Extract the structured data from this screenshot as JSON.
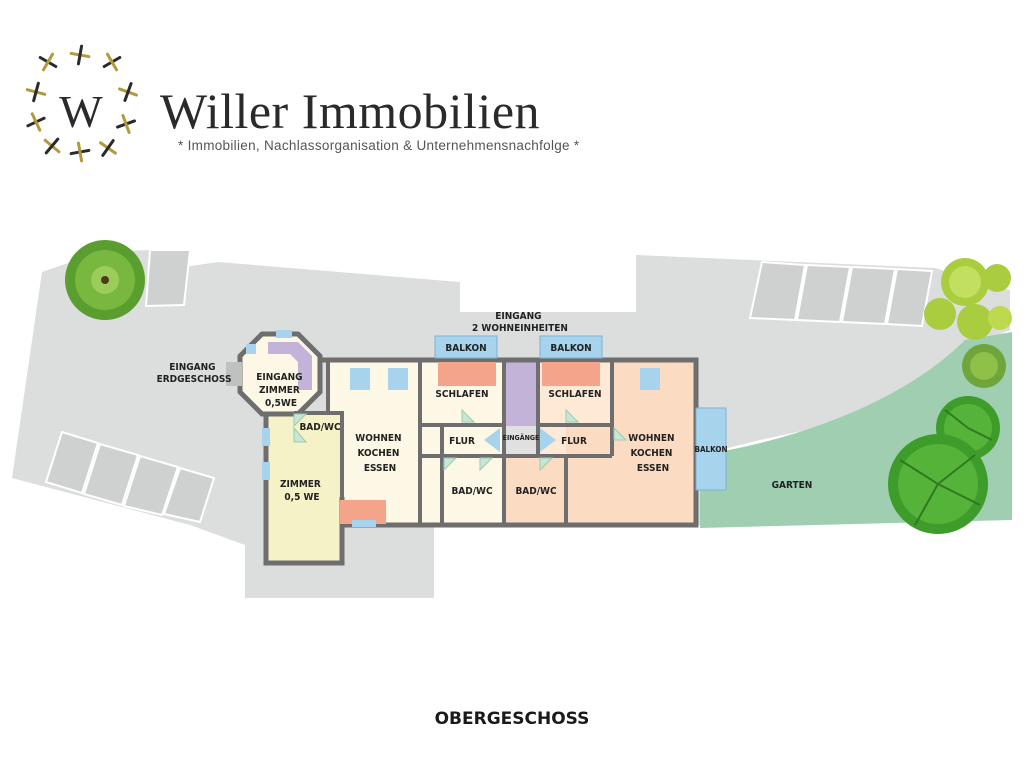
{
  "brand": {
    "name": "Willer Immobilien",
    "tagline": "* Immobilien, Nachlassorganisation & Unternehmensnachfolge *",
    "monogram": "W",
    "colors": {
      "gold": "#b19a3a",
      "dark": "#2a2a2a"
    }
  },
  "plan": {
    "title": "OBERGESCHOSS",
    "labels": {
      "entrance_top": [
        "EINGANG",
        "2 WOHNEINHEITEN"
      ],
      "entrance_ground": [
        "EINGANG",
        "ERDGESCHOSS"
      ],
      "stair_room": [
        "EINGANG",
        "ZIMMER",
        "0,5WE"
      ],
      "bath_left": "BAD/WC",
      "room_left": [
        "ZIMMER",
        "0,5 WE"
      ],
      "living_left": [
        "WOHNEN",
        "KOCHEN",
        "ESSEN"
      ],
      "balcony_1": "BALKON",
      "bedroom_1": "SCHLAFEN",
      "hall_1": "FLUR",
      "bath_1": "BAD/WC",
      "entrances_mid": "EINGÄNGE",
      "balcony_2": "BALKON",
      "bedroom_2": "SCHLAFEN",
      "hall_2": "FLUR",
      "bath_2": "BAD/WC",
      "living_right": [
        "WOHNEN",
        "KOCHEN",
        "ESSEN"
      ],
      "balcony_side": "BALKON",
      "garden": "GARTEN"
    },
    "colors": {
      "ground": "#dcdddd",
      "garden": "#9fcfb0",
      "wall": "#6e6e6e",
      "unit_left": "#fdf7e6",
      "room_yellow": "#f6f2c7",
      "unit_right": "#fbdcc2",
      "unit_right_light": "#fde9d6",
      "stairs": "#c4b3d9",
      "balcony": "#a8d3ec",
      "window_salmon": "#f4a48a"
    }
  }
}
